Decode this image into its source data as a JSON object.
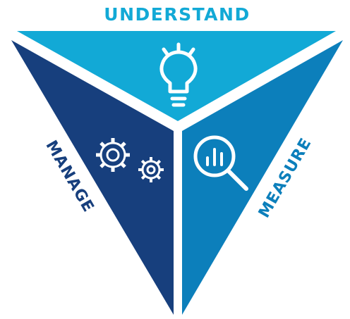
{
  "labels": {
    "top": "UNDERSTAND",
    "left": "MANAGE",
    "right": "MEASURE"
  },
  "segments": [
    {
      "id": "understand",
      "color": "#12a9d6",
      "icon": "lightbulb-icon"
    },
    {
      "id": "manage",
      "color": "#173f7d",
      "icon": "gears-icon"
    },
    {
      "id": "measure",
      "color": "#0c7fbb",
      "icon": "magnifier-chart-icon"
    }
  ],
  "colors": {
    "top_label": "#12a9d6",
    "left_label": "#173f7d",
    "right_label": "#0c7fbb",
    "icon_stroke": "#ffffff"
  }
}
